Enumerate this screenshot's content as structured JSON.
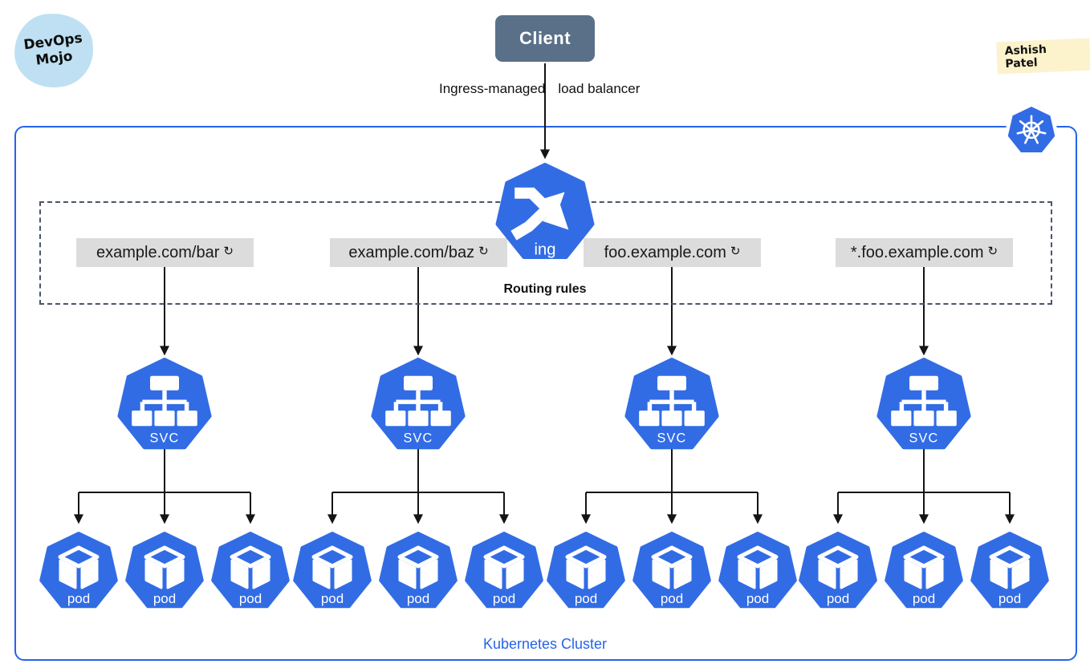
{
  "badges": {
    "brand": {
      "line1": "DevOps",
      "line2": "Mojo"
    },
    "author": "Ashish Patel"
  },
  "client": {
    "label": "Client"
  },
  "edge_label": {
    "part1": "Ingress-managed",
    "part2": "load balancer"
  },
  "ingress": {
    "label": "ing"
  },
  "routing": {
    "title": "Routing rules",
    "rules": [
      {
        "host": "example.com/bar"
      },
      {
        "host": "example.com/baz"
      },
      {
        "host": "foo.example.com"
      },
      {
        "host": "*.foo.example.com"
      }
    ]
  },
  "services": [
    {
      "label": "SVC",
      "pods": [
        {
          "label": "pod"
        },
        {
          "label": "pod"
        },
        {
          "label": "pod"
        }
      ]
    },
    {
      "label": "SVC",
      "pods": [
        {
          "label": "pod"
        },
        {
          "label": "pod"
        },
        {
          "label": "pod"
        }
      ]
    },
    {
      "label": "SVC",
      "pods": [
        {
          "label": "pod"
        },
        {
          "label": "pod"
        },
        {
          "label": "pod"
        }
      ]
    },
    {
      "label": "SVC",
      "pods": [
        {
          "label": "pod"
        },
        {
          "label": "pod"
        },
        {
          "label": "pod"
        }
      ]
    }
  ],
  "cluster": {
    "label": "Kubernetes Cluster"
  },
  "icons": {
    "refresh": "↻"
  },
  "colors": {
    "k8s_blue": "#326CE5",
    "cluster_border_blue": "#2563EB",
    "client_box": "#5A7089",
    "rule_label_bg": "#DCDCDC",
    "routing_dashed_border": "#4A5568",
    "connector": "#141414",
    "brand_badge_bg": "#BEE0F2",
    "author_badge_bg": "#FCF2CC"
  }
}
